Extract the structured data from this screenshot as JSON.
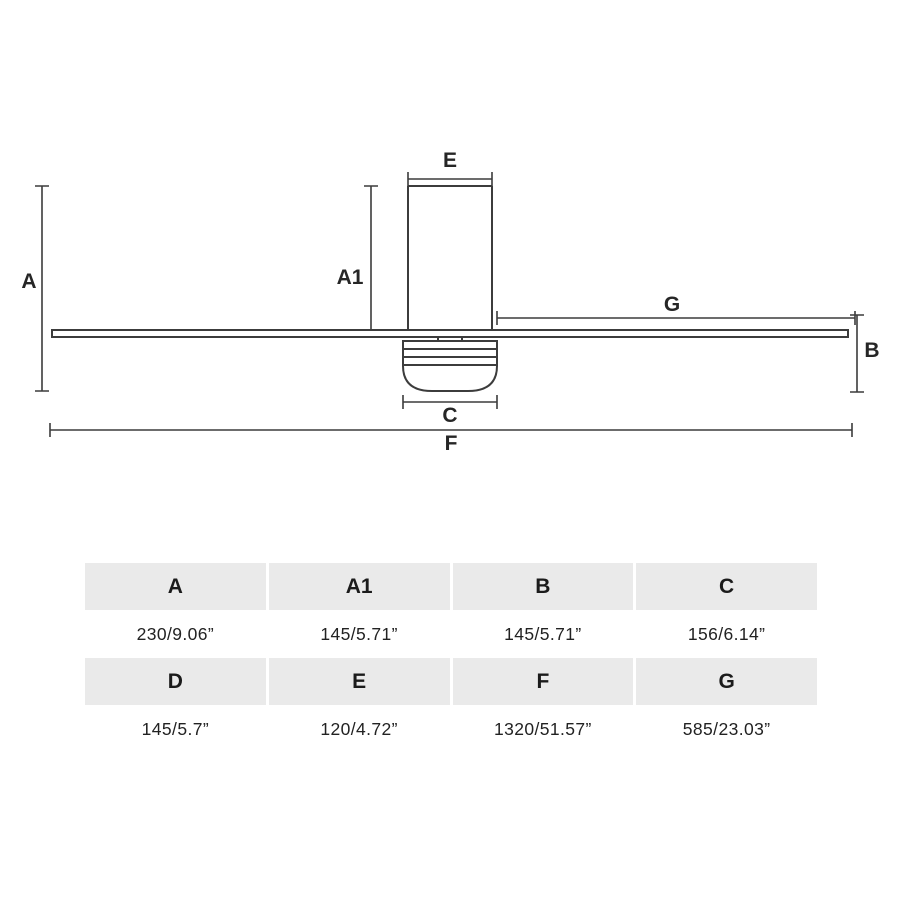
{
  "diagram": {
    "labels": {
      "A": "A",
      "A1": "A1",
      "B": "B",
      "C": "C",
      "E": "E",
      "F": "F",
      "G": "G"
    }
  },
  "table": {
    "rows": [
      {
        "headers": [
          "A",
          "A1",
          "B",
          "C"
        ],
        "values": [
          "230/9.06”",
          "145/5.71”",
          "145/5.71”",
          "156/6.14”"
        ]
      },
      {
        "headers": [
          "D",
          "E",
          "F",
          "G"
        ],
        "values": [
          "145/5.7”",
          "120/4.72”",
          "1320/51.57”",
          "585/23.03”"
        ]
      }
    ]
  }
}
